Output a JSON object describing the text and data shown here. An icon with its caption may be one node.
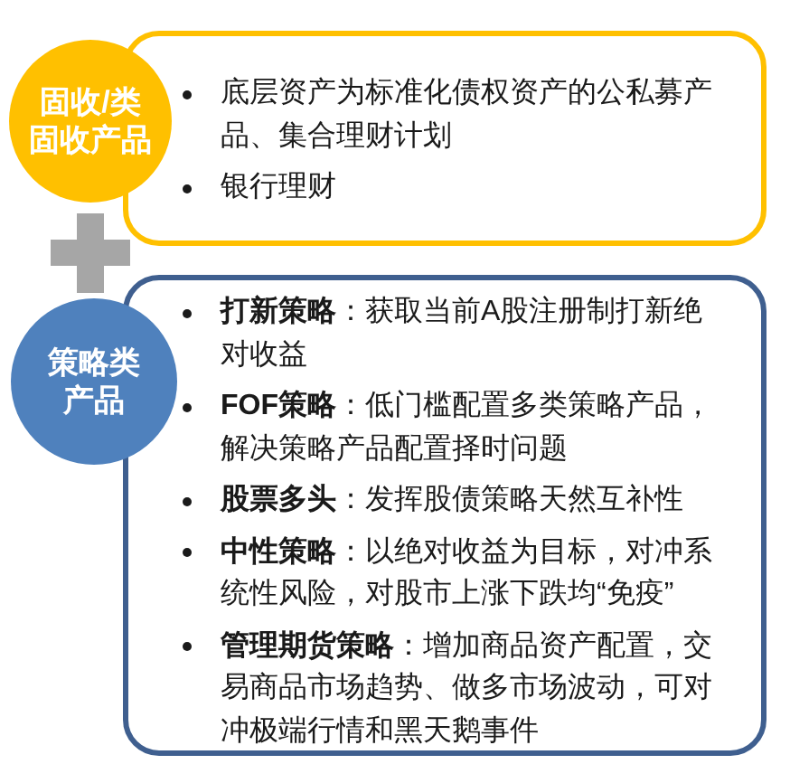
{
  "diagram": {
    "nodes": [
      {
        "text": [
          "固收/类固收产品"
        ]
      },
      {
        "text": [
          "底层资产为标准化债权资产的公私募产品、集合理财计划",
          "银行理财"
        ]
      },
      {
        "text": [
          "策略类产品"
        ]
      },
      {
        "text": [
          "**打新策略**：获取当前A股注册制打新绝对收益",
          "**FOF策略**：低门槛配置多类策略产品，解决策略产品配置择时问题",
          "**股票多头**：发挥股债策略天然互补性",
          "**中性策略**：以绝对收益为目标，对冲系统性风险，对股市上涨下跌均“免疫”",
          "**管理期货策略**：增加商品资产配置，交易商品市场趋势、做多市场波动，可对冲极端行情和黑天鹅事件"
        ]
      }
    ]
  }
}
